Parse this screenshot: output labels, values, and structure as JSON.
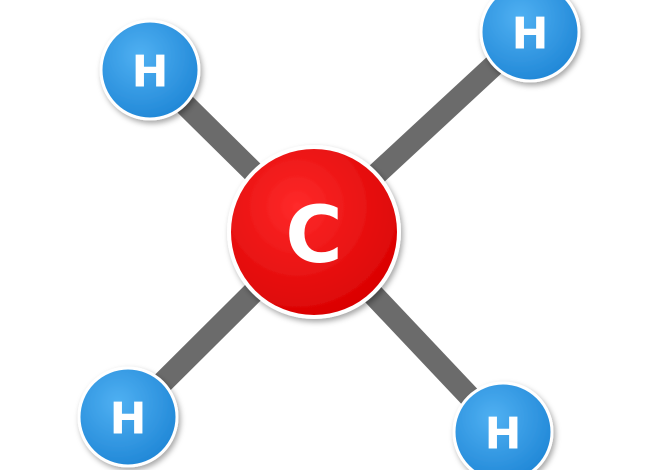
{
  "molecule": {
    "center_atom": {
      "symbol": "C",
      "color": "#e4060b"
    },
    "hydrogens": [
      {
        "symbol": "H",
        "position": "top-left",
        "color": "#2b93e0"
      },
      {
        "symbol": "H",
        "position": "top-right",
        "color": "#2b93e0"
      },
      {
        "symbol": "H",
        "position": "bottom-left",
        "color": "#2b93e0"
      },
      {
        "symbol": "H",
        "position": "bottom-right",
        "color": "#2b93e0"
      }
    ],
    "bond_color": "#6b6b6b"
  }
}
